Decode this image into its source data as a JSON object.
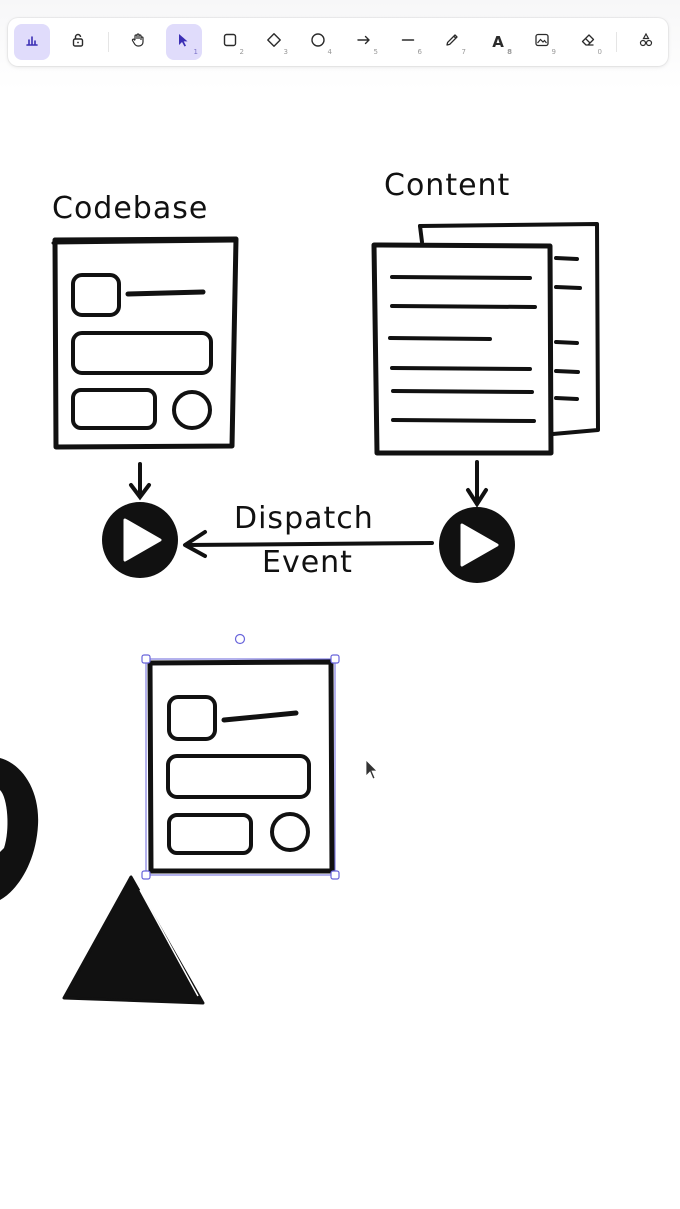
{
  "toolbar": {
    "tools": [
      {
        "name": "tool-lock",
        "key": ""
      },
      {
        "name": "tool-hand",
        "key": ""
      },
      {
        "name": "tool-select",
        "key": "1"
      },
      {
        "name": "tool-rectangle",
        "key": "2"
      },
      {
        "name": "tool-diamond",
        "key": "3"
      },
      {
        "name": "tool-ellipse",
        "key": "4"
      },
      {
        "name": "tool-arrow",
        "key": "5"
      },
      {
        "name": "tool-line",
        "key": "6"
      },
      {
        "name": "tool-draw",
        "key": "7"
      },
      {
        "name": "tool-text",
        "key": "8",
        "glyph": "A"
      },
      {
        "name": "tool-image",
        "key": "9"
      },
      {
        "name": "tool-eraser",
        "key": "0"
      }
    ],
    "accent_color": "#e0dcfb"
  },
  "canvas": {
    "codebase_label": "Codebase",
    "content_label": "Content",
    "arrow_label_line1": "Dispatch",
    "arrow_label_line2": "Event"
  }
}
